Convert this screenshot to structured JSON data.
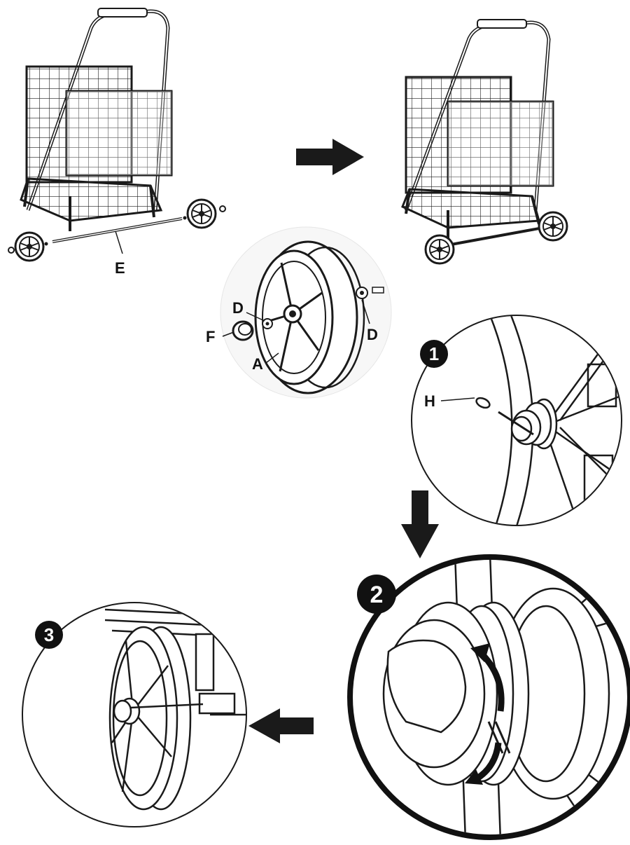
{
  "diagram": {
    "colors": {
      "ink": "#1a1a1a",
      "paper": "#ffffff",
      "shade": "#f2f2f2"
    },
    "part_labels": {
      "axle": "E",
      "washer_left": "D",
      "washer_right": "D",
      "cap": "F",
      "wheel": "A",
      "cotter_pin": "H"
    },
    "steps": {
      "step1": "1",
      "step2": "2",
      "step3": "3"
    },
    "arrows": [
      "arrow-right",
      "arrow-down",
      "arrow-left"
    ]
  }
}
